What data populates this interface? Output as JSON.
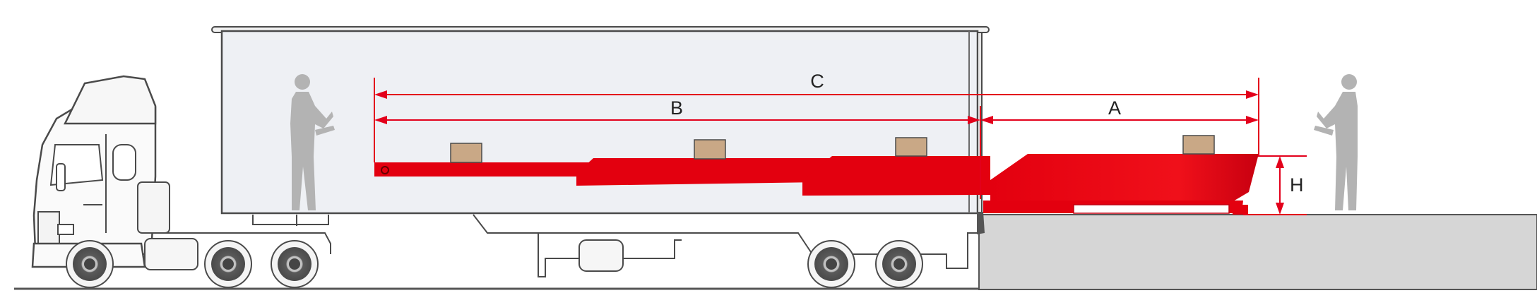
{
  "colors": {
    "conveyor_red": "#e3000f",
    "conveyor_dark": "#c10010",
    "dimension_red": "#e3001b",
    "trailer_fill": "#eef0f4",
    "outline": "#4a4a4a",
    "silhouette": "#b3b3b3",
    "box_fill": "#c9a886",
    "dock_fill": "#d6d6d6",
    "tyre": "#555555"
  },
  "icons": {
    "truck": "truck-cab-icon",
    "person": "operator-silhouette-icon",
    "box": "parcel-icon"
  },
  "dimensions": {
    "a": "A",
    "b": "B",
    "c": "C",
    "h": "H"
  }
}
